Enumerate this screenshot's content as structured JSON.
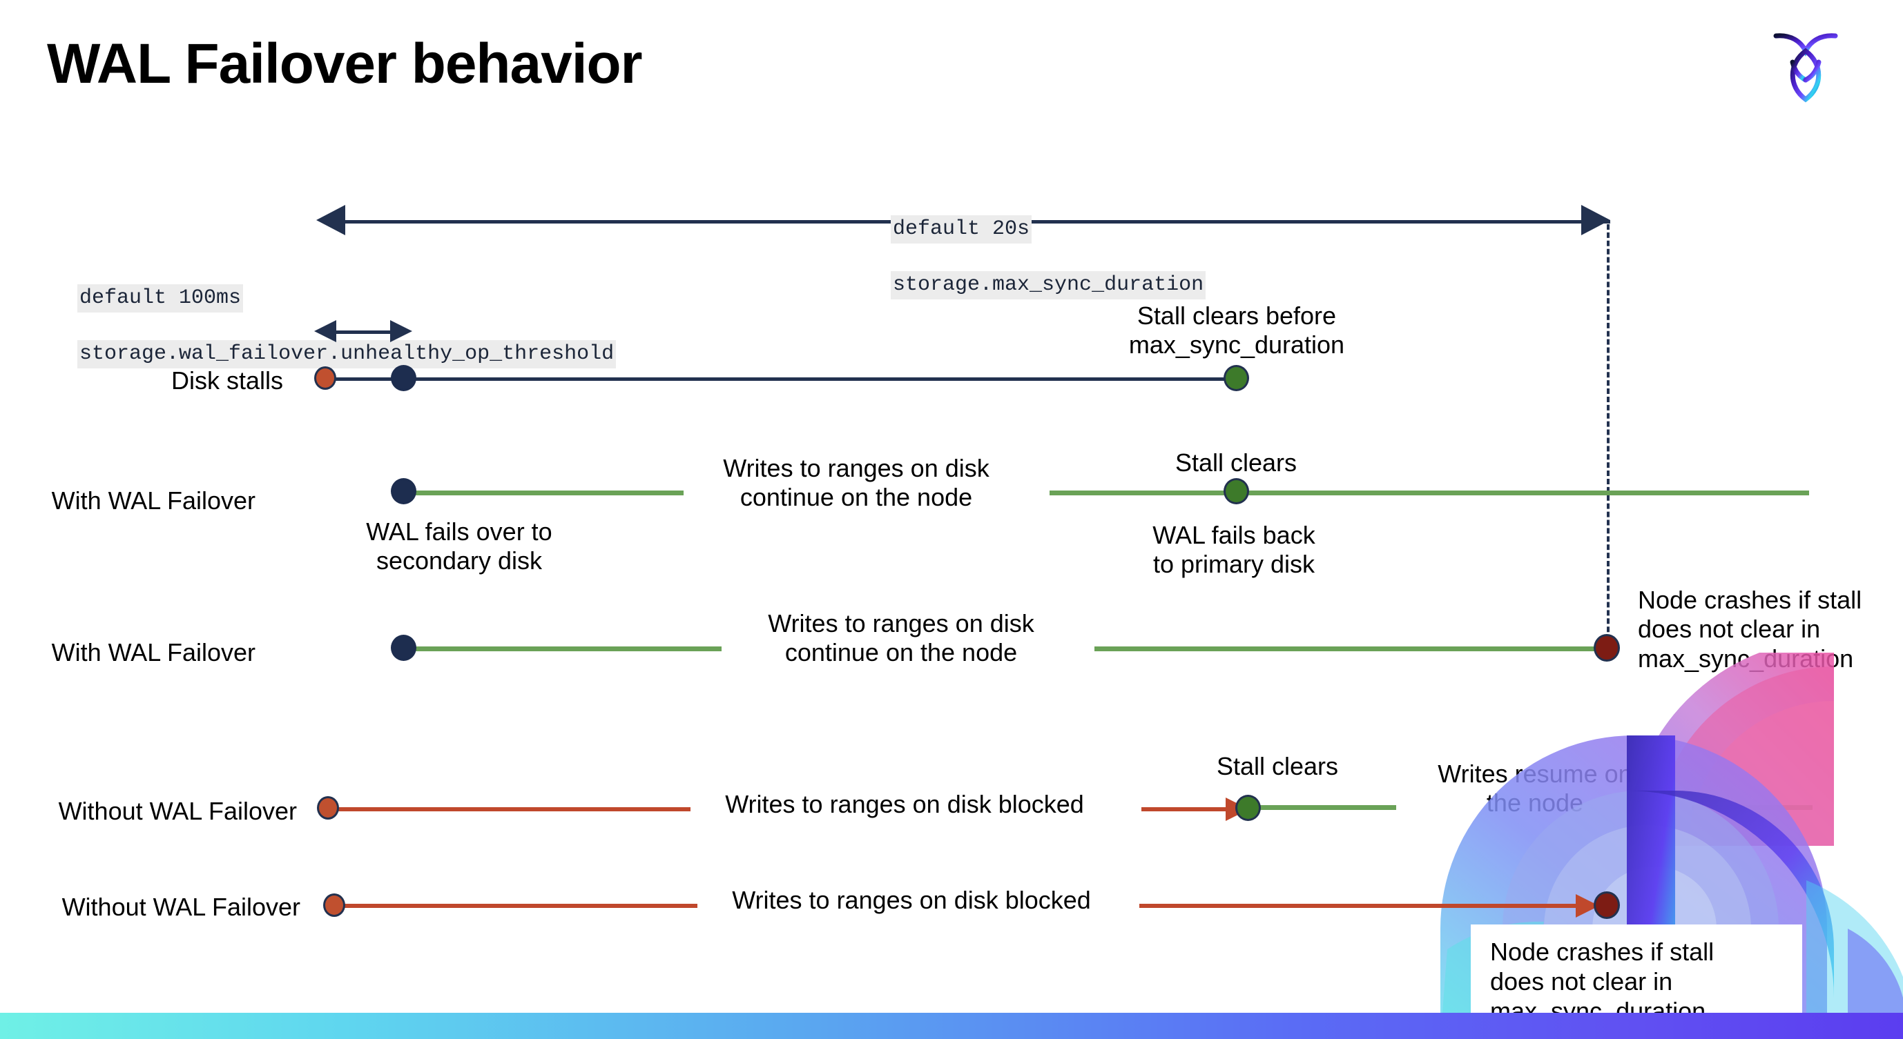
{
  "slide": {
    "title": "WAL Failover behavior",
    "logo_name": "cockroachdb-logo"
  },
  "annotations": {
    "max_sync": {
      "line1": "default 20s",
      "line2": "storage.max_sync_duration"
    },
    "unhealthy_threshold": {
      "line1": "default 100ms",
      "line2": "storage.wal_failover.unhealthy_op_threshold"
    }
  },
  "rows": [
    {
      "label": "Disk stalls",
      "notes": [
        "Stall clears before\nmax_sync_duration"
      ]
    },
    {
      "label": "With WAL Failover",
      "notes": [
        "Writes to ranges on disk\ncontinue on the node",
        "Stall clears",
        "WAL fails over to\nsecondary disk",
        "WAL fails  back\nto primary disk"
      ]
    },
    {
      "label": "With WAL Failover",
      "notes": [
        "Writes to ranges on disk\ncontinue on the node",
        "Node crashes if stall\ndoes not clear in\nmax_sync_duration"
      ]
    },
    {
      "label": "Without WAL Failover",
      "notes": [
        "Writes to ranges on disk  blocked",
        "Stall clears",
        "Writes resume on\nthe node"
      ]
    },
    {
      "label": "Without WAL Failover",
      "notes": [
        "Writes to ranges on disk  blocked",
        "Node crashes if stall\ndoes not clear in\nmax_sync_duration"
      ]
    }
  ],
  "colors": {
    "navy": "#22314f",
    "green": "#6aa257",
    "red": "#c0482c",
    "dot_red": "#c0502f",
    "dot_green": "#3d7a2a",
    "dot_darkred": "#7d1c14",
    "code_bg": "#ececec"
  }
}
